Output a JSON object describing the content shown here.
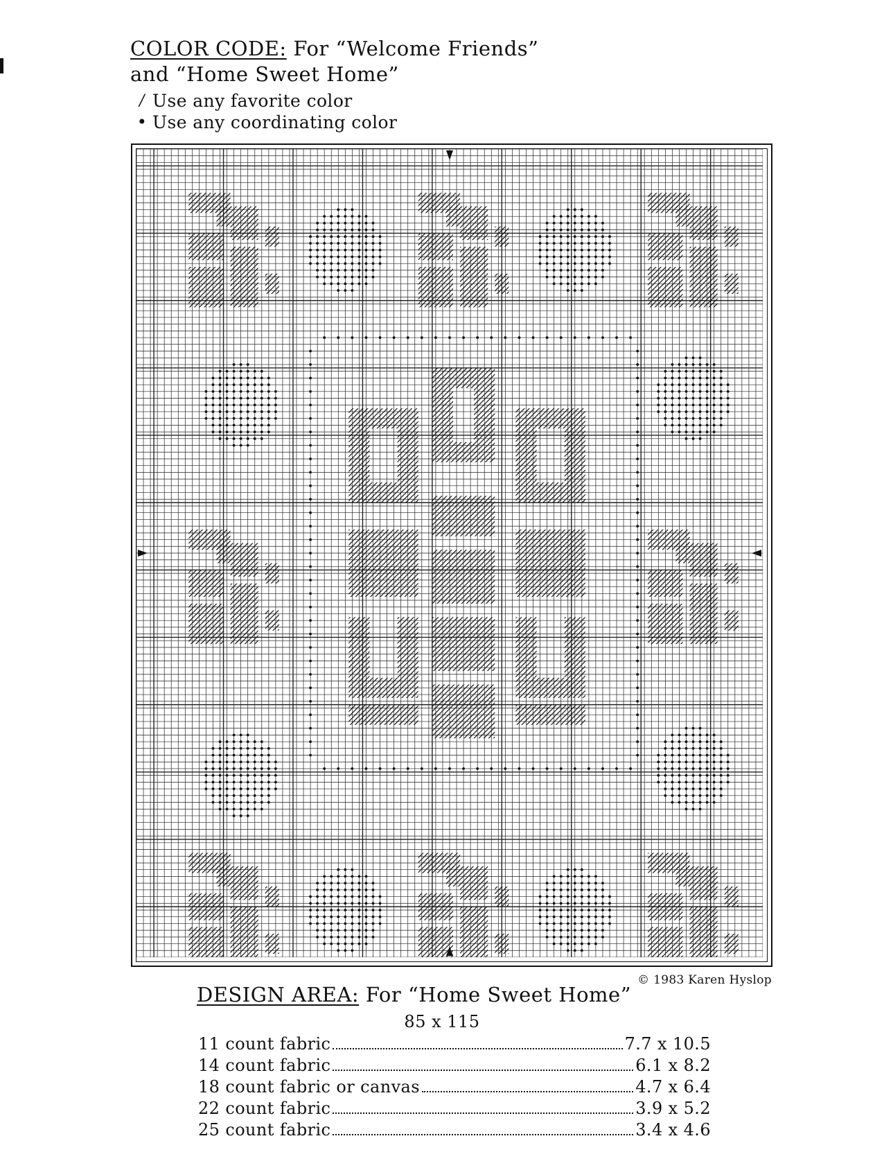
{
  "header": {
    "color_code_label": "COLOR CODE:",
    "color_code_rest": " For “Welcome Friends”",
    "line2": "and “Home Sweet Home”"
  },
  "legend": [
    {
      "symbol": "/",
      "icon": "slash-symbol-icon",
      "text": "Use any favorite color"
    },
    {
      "symbol": "•",
      "icon": "dot-symbol-icon",
      "text": "Use any coordinating color"
    }
  ],
  "chart": {
    "columns": 85,
    "rows": 115,
    "colors": {
      "grid": "#222222",
      "ink": "#111111",
      "paper": "#ffffff"
    }
  },
  "copyright": "© 1983 Karen Hyslop",
  "design_area": {
    "label": "DESIGN AREA:",
    "rest": " For “Home Sweet Home”",
    "stitch_count": "85 x 115"
  },
  "fabrics": [
    {
      "fabric": "11 count fabric",
      "size": "7.7 x 10.5"
    },
    {
      "fabric": "14 count fabric",
      "size": "6.1 x 8.2"
    },
    {
      "fabric": "18 count fabric or canvas",
      "size": "4.7 x 6.4"
    },
    {
      "fabric": "22 count fabric",
      "size": "3.9 x 5.2"
    },
    {
      "fabric": "25 count fabric",
      "size": "3.4 x 4.6"
    }
  ]
}
